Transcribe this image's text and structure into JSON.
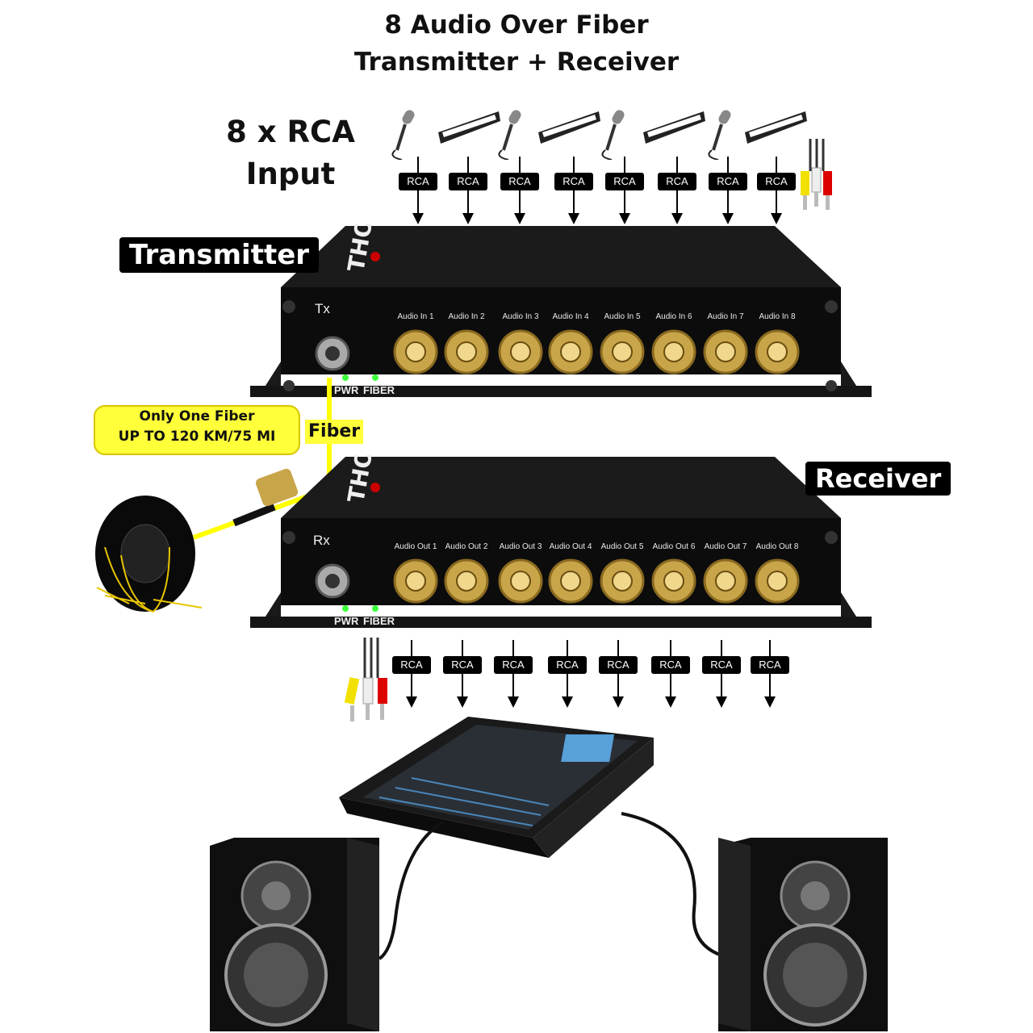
{
  "title": {
    "line1": "8 Audio Over Fiber",
    "line2": "Transmitter + Receiver"
  },
  "input_title": {
    "line1": "8 x RCA",
    "line2": "Input"
  },
  "transmitter": {
    "tag": "Transmitter",
    "port_id": "Tx",
    "ports": [
      "Audio In 1",
      "Audio In 2",
      "Audio In 3",
      "Audio In 4",
      "Audio In 5",
      "Audio In 6",
      "Audio In 7",
      "Audio In 8"
    ],
    "led_pwr": "PWR",
    "led_fiber": "FIBER"
  },
  "receiver": {
    "tag": "Receiver",
    "port_id": "Rx",
    "ports": [
      "Audio Out 1",
      "Audio Out 2",
      "Audio Out 3",
      "Audio Out 4",
      "Audio Out 5",
      "Audio Out 6",
      "Audio Out 7",
      "Audio Out 8"
    ],
    "led_pwr": "PWR",
    "led_fiber": "FIBER"
  },
  "rca_label": "RCA",
  "fiber_label": "Fiber",
  "callout": {
    "line1": "Only One Fiber",
    "line2": "UP TO 120 KM/75 MI"
  },
  "input_sources": [
    "microphone",
    "keyboard",
    "microphone",
    "keyboard",
    "microphone",
    "keyboard",
    "microphone",
    "keyboard"
  ],
  "colors": {
    "fiber": "#ffff00",
    "device_body": "#111111",
    "connector_gold": "#c9a54a",
    "led_green": "#3cff3c"
  }
}
